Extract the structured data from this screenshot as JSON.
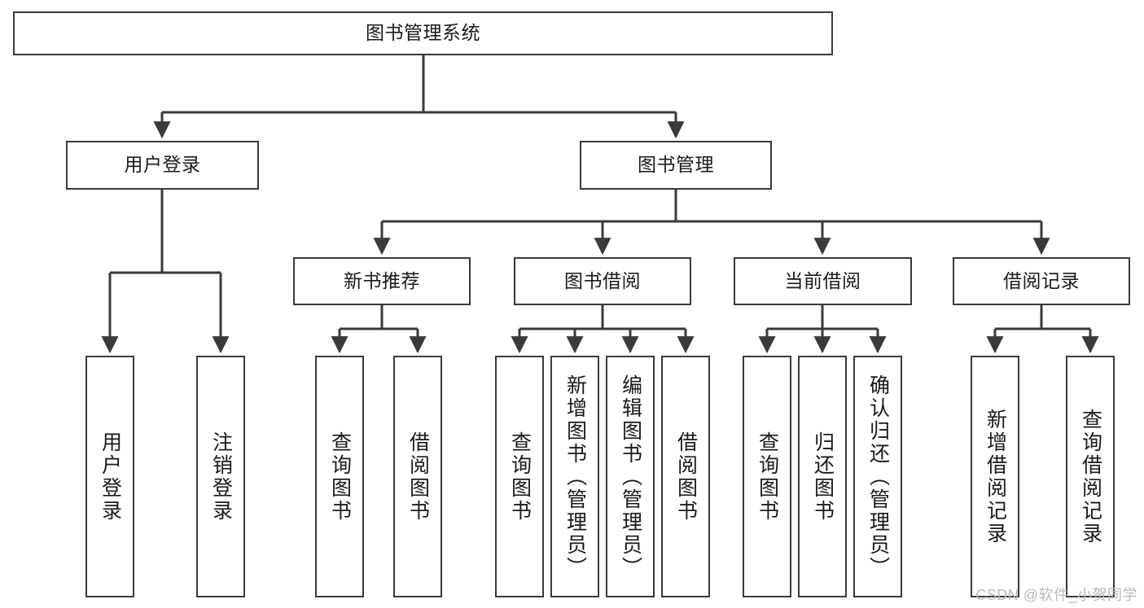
{
  "diagram": {
    "title": "图书管理系统",
    "type": "tree",
    "watermark": "CSDN @软件_小贺同学",
    "colors": {
      "box_border": "#3a3a3a",
      "box_fill": "#ffffff",
      "edge": "#3a3a3a",
      "text": "#1a1a1a",
      "watermark": "#b9b9b9"
    },
    "levels": {
      "root": {
        "label": "图书管理系统"
      },
      "level2": [
        {
          "id": "user-login",
          "label": "用户登录"
        },
        {
          "id": "book-manage",
          "label": "图书管理"
        }
      ],
      "level3": [
        {
          "id": "new-book-rec",
          "label": "新书推荐",
          "parent": "book-manage"
        },
        {
          "id": "book-borrow",
          "label": "图书借阅",
          "parent": "book-manage"
        },
        {
          "id": "current-borrow",
          "label": "当前借阅",
          "parent": "book-manage"
        },
        {
          "id": "borrow-record",
          "label": "借阅记录",
          "parent": "book-manage"
        }
      ],
      "leaves": [
        {
          "id": "leaf-user-login",
          "label": "用户登录",
          "parent": "user-login"
        },
        {
          "id": "leaf-logout",
          "label": "注销登录",
          "parent": "user-login"
        },
        {
          "id": "leaf-query-book-1",
          "label": "查询图书",
          "parent": "new-book-rec"
        },
        {
          "id": "leaf-borrow-book-1",
          "label": "借阅图书",
          "parent": "new-book-rec"
        },
        {
          "id": "leaf-query-book-2",
          "label": "查询图书",
          "parent": "book-borrow"
        },
        {
          "id": "leaf-add-book",
          "label": "新增图书（管理员）",
          "parent": "book-borrow"
        },
        {
          "id": "leaf-edit-book",
          "label": "编辑图书（管理员）",
          "parent": "book-borrow"
        },
        {
          "id": "leaf-borrow-book-2",
          "label": "借阅图书",
          "parent": "book-borrow"
        },
        {
          "id": "leaf-query-book-3",
          "label": "查询图书",
          "parent": "current-borrow"
        },
        {
          "id": "leaf-return-book",
          "label": "归还图书",
          "parent": "current-borrow"
        },
        {
          "id": "leaf-confirm-return",
          "label": "确认归还（管理员）",
          "parent": "current-borrow"
        },
        {
          "id": "leaf-add-record",
          "label": "新增借阅记录",
          "parent": "borrow-record"
        },
        {
          "id": "leaf-query-record",
          "label": "查询借阅记录",
          "parent": "borrow-record"
        }
      ]
    }
  }
}
